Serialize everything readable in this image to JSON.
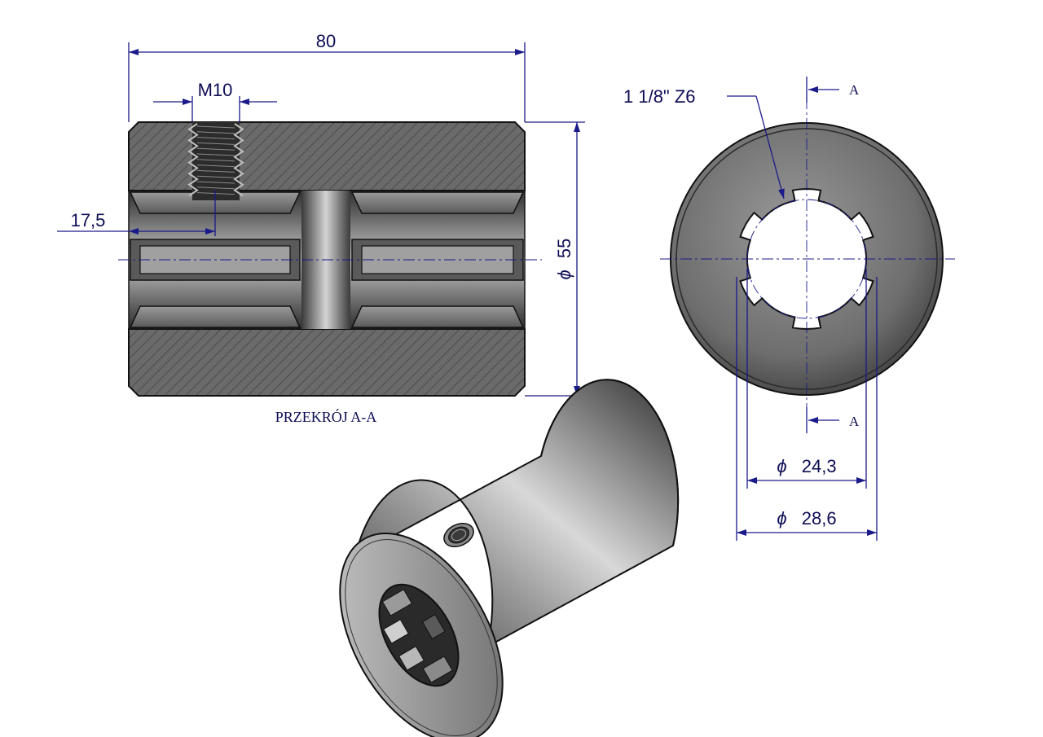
{
  "drawing": {
    "dimensions": {
      "length": "80",
      "thread": "M10",
      "hole_offset": "17,5",
      "outer_diameter": "55",
      "spline": "1 1/8\" Z6",
      "minor_diameter": "24,3",
      "major_diameter": "28,6",
      "diameter_symbol": "ϕ"
    },
    "section": {
      "caption": "PRZEKRÓJ A-A",
      "marker": "A"
    }
  },
  "colors": {
    "dimension": "#1a1a8a",
    "dimension_text": "#0d0d55",
    "metal_dark": "#4a4a4a",
    "metal_mid": "#8a8a8a",
    "metal_light": "#d0d0d0"
  }
}
